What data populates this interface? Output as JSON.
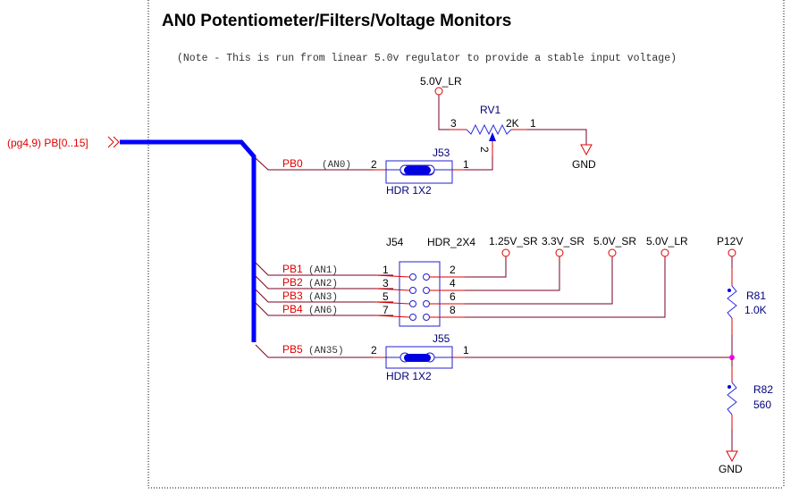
{
  "sheet": {
    "title": "AN0 Potentiometer/Filters/Voltage Monitors",
    "note": "(Note - This is run from linear 5.0v regulator to provide a stable input voltage)"
  },
  "offpage": {
    "label": "(pg4,9) PB[0..15]"
  },
  "power_ports": {
    "rv1_top": "5.0V_LR",
    "v125": "1.25V_SR",
    "v33": "3.3V_SR",
    "v50sr": "5.0V_SR",
    "v50lr": "5.0V_LR",
    "p12v": "P12V",
    "gnd_rv1": "GND",
    "gnd_r82": "GND"
  },
  "rv1": {
    "ref": "RV1",
    "value": "2K",
    "pin1": "1",
    "pin2": "2",
    "pin3": "3"
  },
  "j53": {
    "ref": "J53",
    "type": "HDR 1X2",
    "pin1": "1",
    "pin2": "2"
  },
  "j54": {
    "ref": "J54",
    "type": "HDR_2X4",
    "pins_left": [
      "1",
      "3",
      "5",
      "7"
    ],
    "pins_right": [
      "2",
      "4",
      "6",
      "8"
    ]
  },
  "j55": {
    "ref": "J55",
    "type": "HDR 1X2",
    "pin1": "1",
    "pin2": "2"
  },
  "r81": {
    "ref": "R81",
    "value": "1.0K"
  },
  "r82": {
    "ref": "R82",
    "value": "560"
  },
  "nets": [
    {
      "name": "PB0",
      "alias": "(AN0)"
    },
    {
      "name": "PB1",
      "alias": "(AN1)"
    },
    {
      "name": "PB2",
      "alias": "(AN2)"
    },
    {
      "name": "PB3",
      "alias": "(AN3)"
    },
    {
      "name": "PB4",
      "alias": "(AN6)"
    },
    {
      "name": "PB5",
      "alias": "(AN35)"
    }
  ],
  "colors": {
    "bus": "#0000ff",
    "wire": "#7a0020",
    "pin": "#e00000",
    "body": "#3030e0",
    "junction": "#ff00ff",
    "net_label": "#e00000"
  }
}
